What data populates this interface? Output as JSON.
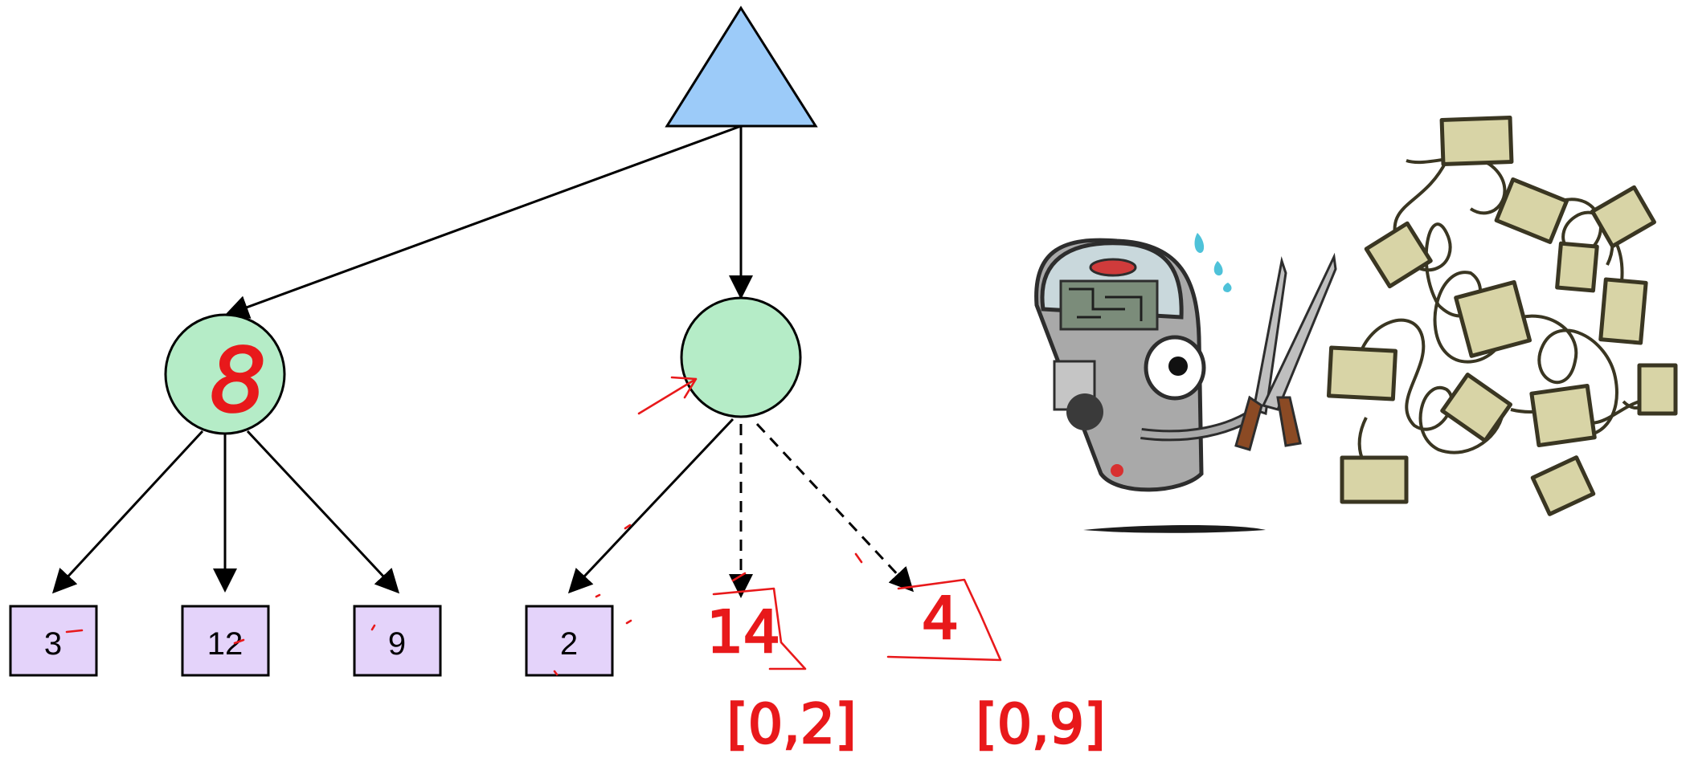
{
  "tree": {
    "root": {
      "shape": "triangle",
      "fill": "#9ccbf9"
    },
    "min_nodes": [
      {
        "id": "left",
        "annotation": "8",
        "fill": "#b5ecc7"
      },
      {
        "id": "right",
        "annotation": "",
        "fill": "#b5ecc7"
      }
    ],
    "leaves": [
      {
        "id": "leaf-1",
        "value": "3",
        "explored": true
      },
      {
        "id": "leaf-2",
        "value": "12",
        "explored": true
      },
      {
        "id": "leaf-3",
        "value": "9",
        "explored": true
      },
      {
        "id": "leaf-4",
        "value": "2",
        "explored": true
      },
      {
        "id": "leaf-5",
        "value": "14",
        "explored": false
      },
      {
        "id": "leaf-6",
        "value": "4",
        "explored": false
      }
    ],
    "leaf_fill": "#e4d3fa",
    "handwritten_intervals": [
      "[0,2]",
      "[0,9]"
    ]
  },
  "colors": {
    "ink": "#e8191b",
    "edge": "#000000",
    "robot_body": "#a9a9a9",
    "note_fill": "#d8d4a6",
    "note_outline": "#3a3622"
  },
  "illustration": {
    "robot": "robot-with-shears-icon",
    "tangle": "tangled-sticky-notes-icon"
  }
}
